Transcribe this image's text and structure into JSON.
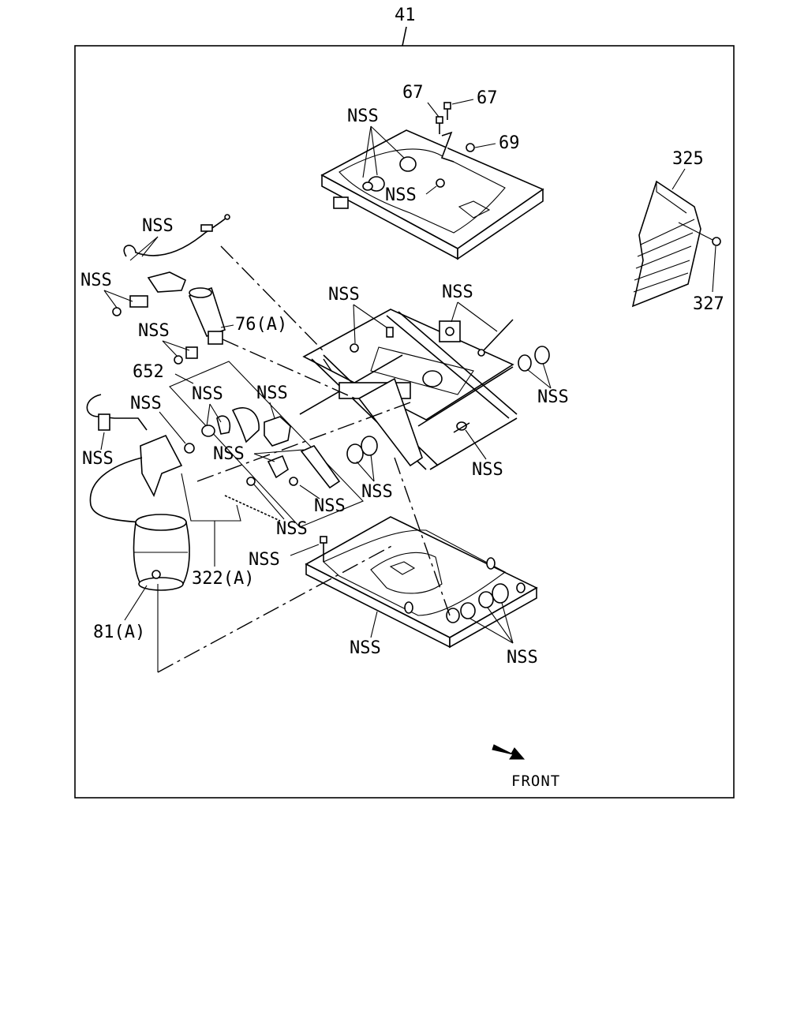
{
  "diagram": {
    "assembly_number": "41",
    "front_label": "FRONT",
    "callouts": {
      "c67a": "67",
      "c67b": "67",
      "c69": "69",
      "c325": "325",
      "c327": "327",
      "c76": "76(A)",
      "c652": "652",
      "c322": "322(A)",
      "c81": "81(A)",
      "nss": "NSS"
    }
  }
}
